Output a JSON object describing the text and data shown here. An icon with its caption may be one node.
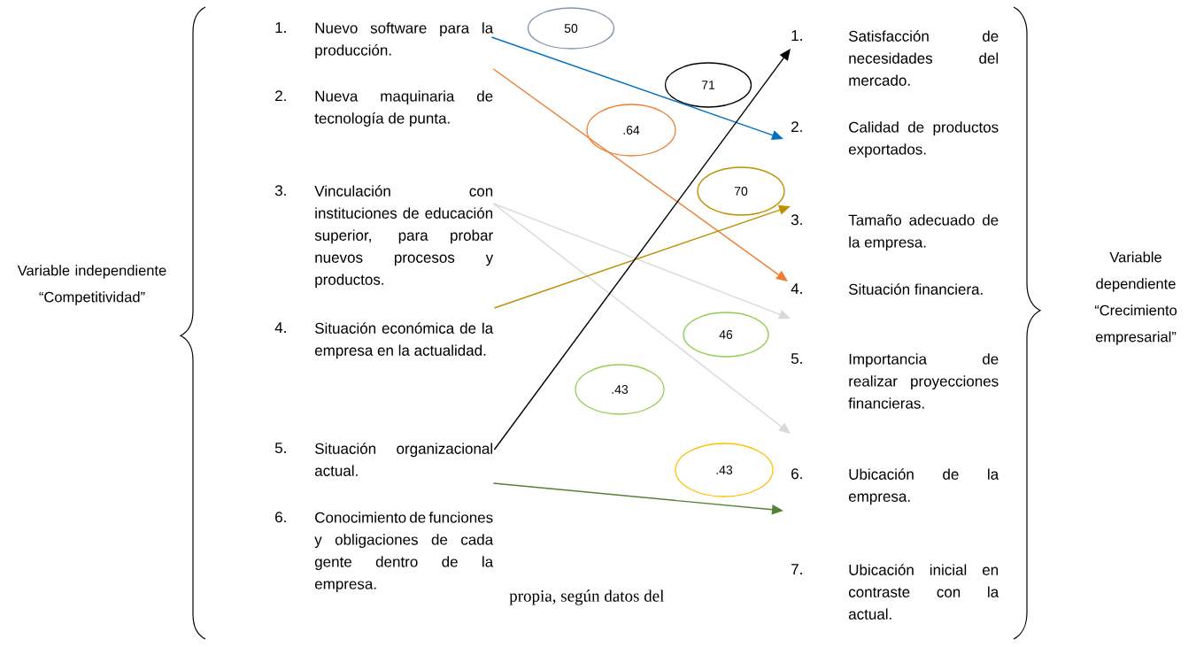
{
  "diagram": {
    "nodes": [
      {
        "text": [
          "1.",
          "Nuevo software para la producción."
        ]
      },
      {
        "text": [
          "2.",
          "Nueva maquinaria de tecnología de punta."
        ]
      },
      {
        "text": [
          "3.",
          "Vinculación con instituciones de educación superior, para probar nuevos procesos y productos."
        ]
      },
      {
        "text": [
          "4.",
          "Situación económica de la empresa en la actualidad."
        ]
      },
      {
        "text": [
          "5.",
          "Situación organizacional actual."
        ]
      },
      {
        "text": [
          "6.",
          "Conocimiento de funciones y obligaciones de cada gente dentro de la empresa."
        ]
      },
      {
        "text": [
          "1.",
          "Satisfacción de necesidades del mercado."
        ]
      },
      {
        "text": [
          "2.",
          "Calidad de productos exportados."
        ]
      },
      {
        "text": [
          "3.",
          "Tamaño adecuado de la empresa."
        ]
      },
      {
        "text": [
          "4.",
          "Situación financiera."
        ]
      },
      {
        "text": [
          "5.",
          "Importancia de realizar proyecciones financieras."
        ]
      },
      {
        "text": [
          "6.",
          "Ubicación de la empresa."
        ]
      },
      {
        "text": [
          "7.",
          "Ubicación inicial en contraste con la actual."
        ]
      },
      {
        "text": [
          "50"
        ]
      },
      {
        "text": [
          "71"
        ]
      },
      {
        "text": [
          ".64"
        ]
      },
      {
        "text": [
          "70"
        ]
      },
      {
        "text": [
          "46"
        ]
      },
      {
        "text": [
          ".43"
        ]
      },
      {
        "text": [
          ".43"
        ]
      }
    ],
    "edges": [
      {
        "from": 0,
        "to": 7,
        "arrow": "to",
        "color": "#0070c0"
      },
      {
        "from": 1,
        "to": 9,
        "arrow": "to",
        "color": "#ed7d31"
      },
      {
        "from": 2,
        "to": 9,
        "arrow": "to",
        "color": "#d9d9d9"
      },
      {
        "from": 2,
        "to": 10,
        "arrow": "to",
        "color": "#d9d9d9"
      },
      {
        "from": 3,
        "to": 8,
        "arrow": "to",
        "color": "#bf9000"
      },
      {
        "from": 4,
        "to": 6,
        "arrow": "to",
        "color": "#000000"
      },
      {
        "from": 4,
        "to": 11,
        "arrow": "to",
        "color": "#548235"
      }
    ],
    "labels": [
      "Variable independiente “Competitividad”",
      "Variable dependiente “Crecimiento empresarial”",
      "propia, según datos del"
    ]
  }
}
